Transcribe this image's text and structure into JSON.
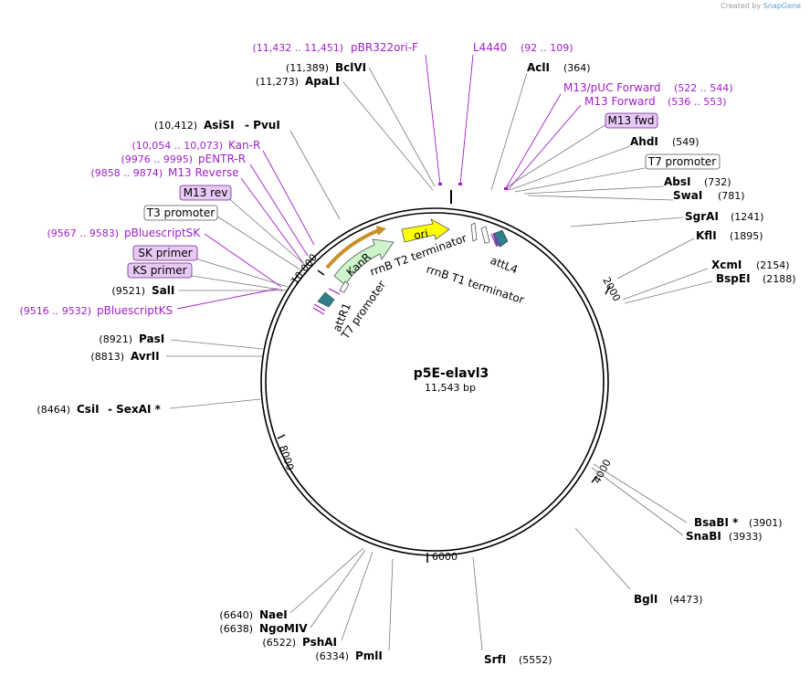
{
  "credit": {
    "created_by": "Created by",
    "brand": "SnapGene"
  },
  "plasmid": {
    "name": "p5E-elavl3",
    "size_label": "11,543 bp"
  },
  "ticks": [
    "2000",
    "4000",
    "6000",
    "8000",
    "10,000"
  ],
  "enzymes": [
    {
      "name": "BclVI",
      "pos": "(11,389)"
    },
    {
      "name": "ApaLI",
      "pos": "(11,273)"
    },
    {
      "name": "AclI",
      "pos": "(364)"
    },
    {
      "name": "AsiSI",
      "pos": "(10,412)",
      "name2": "- PvuI"
    },
    {
      "name": "AhdI",
      "pos": "(549)"
    },
    {
      "name": "AbsI",
      "pos": "(732)"
    },
    {
      "name": "SwaI",
      "pos": "(781)"
    },
    {
      "name": "SgrAI",
      "pos": "(1241)"
    },
    {
      "name": "KflI",
      "pos": "(1895)"
    },
    {
      "name": "XcmI",
      "pos": "(2154)"
    },
    {
      "name": "BspEI",
      "pos": "(2188)"
    },
    {
      "name": "SalI",
      "pos": "(9521)"
    },
    {
      "name": "PasI",
      "pos": "(8921)"
    },
    {
      "name": "AvrII",
      "pos": "(8813)"
    },
    {
      "name": "CsiI",
      "pos": "(8464)",
      "name2": "- SexAI *"
    },
    {
      "name": "BsaBI *",
      "pos": "(3901)"
    },
    {
      "name": "SnaBI",
      "pos": "(3933)"
    },
    {
      "name": "BglI",
      "pos": "(4473)"
    },
    {
      "name": "NaeI",
      "pos": "(6640)"
    },
    {
      "name": "NgoMIV",
      "pos": "(6638)"
    },
    {
      "name": "PshAI",
      "pos": "(6522)"
    },
    {
      "name": "PmlI",
      "pos": "(6334)"
    },
    {
      "name": "SrfI",
      "pos": "(5552)"
    }
  ],
  "primers": [
    {
      "name": "pBR322ori-F",
      "pos": "(11,432 .. 11,451)"
    },
    {
      "name": "L4440",
      "pos": "(92 .. 109)"
    },
    {
      "name": "M13/pUC Forward",
      "pos": "(522 .. 544)"
    },
    {
      "name": "M13 Forward",
      "pos": "(536 .. 553)"
    },
    {
      "name": "Kan-R",
      "pos": "(10,054 .. 10,073)"
    },
    {
      "name": "pENTR-R",
      "pos": "(9976 .. 9995)"
    },
    {
      "name": "M13 Reverse",
      "pos": "(9858 .. 9874)"
    },
    {
      "name": "pBluescriptSK",
      "pos": "(9567 .. 9583)"
    },
    {
      "name": "pBluescriptKS",
      "pos": "(9516 .. 9532)"
    }
  ],
  "boxed_labels": [
    {
      "name": "M13 fwd",
      "style": "primer"
    },
    {
      "name": "T7 promoter",
      "style": "feature"
    },
    {
      "name": "M13 rev",
      "style": "primer"
    },
    {
      "name": "T3 promoter",
      "style": "feature"
    },
    {
      "name": "SK primer",
      "style": "primer"
    },
    {
      "name": "KS primer",
      "style": "primer"
    }
  ],
  "features": [
    {
      "name": "KanR",
      "color": "#ccf5cc"
    },
    {
      "name": "ori",
      "color": "#ffff00"
    },
    {
      "name": "rrnB T2 terminator",
      "color": "#ffffff"
    },
    {
      "name": "rrnB T1 terminator",
      "color": "#ffffff"
    },
    {
      "name": "attL4",
      "color": "#2e7f8a"
    },
    {
      "name": "attR1",
      "color": "#2e7f8a"
    },
    {
      "name": "T7 promoter",
      "color": "#ffffff"
    }
  ],
  "colors": {
    "primer": "#a020c8",
    "primer_box": "#e8c8f5",
    "backbone": "#000000",
    "orange_primer": "#c8902a"
  }
}
